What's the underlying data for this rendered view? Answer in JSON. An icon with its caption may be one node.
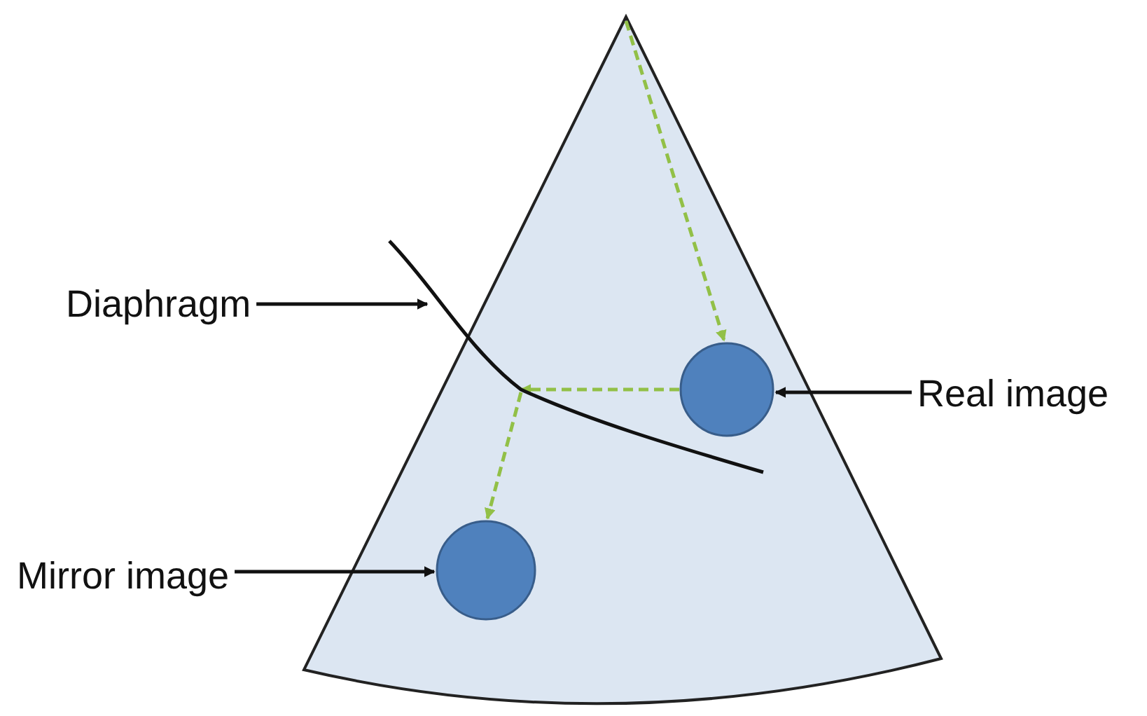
{
  "diagram": {
    "nodes": [
      {
        "text": [
          "Diaphragm"
        ]
      },
      {
        "text": [],
        "shape": "line"
      },
      {
        "text": [
          "Real image"
        ]
      },
      {
        "text": [],
        "shape": "circle"
      },
      {
        "text": [
          "Mirror image"
        ]
      },
      {
        "text": [],
        "shape": "circle"
      }
    ],
    "edges": [
      {
        "from": 0,
        "to": 1,
        "arrow": "to"
      },
      {
        "from": 2,
        "to": 3,
        "arrow": "to"
      },
      {
        "from": 4,
        "to": 5,
        "arrow": "to"
      },
      {
        "from": null,
        "to": 3,
        "arrow": "to",
        "style": "dashed",
        "color": "#92c047"
      },
      {
        "from": 3,
        "to": 1,
        "arrow": "to",
        "style": "dashed",
        "color": "#92c047"
      },
      {
        "from": 1,
        "to": 5,
        "arrow": "to",
        "style": "dashed",
        "color": "#92c047"
      }
    ]
  }
}
